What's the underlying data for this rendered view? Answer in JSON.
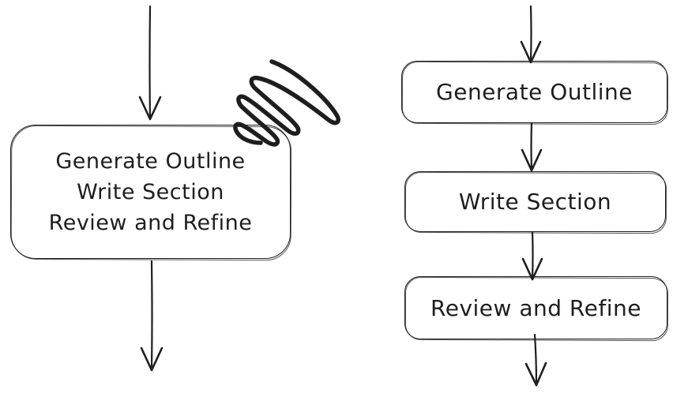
{
  "diagram": {
    "background_color": "#ffffff",
    "stroke_color": "#1e1e1e",
    "left_flow": {
      "combined_box_lines": [
        "Generate Outline",
        "Write Section",
        "Review and Refine"
      ],
      "annotation": "scribble-mark"
    },
    "right_flow": {
      "boxes": [
        "Generate Outline",
        "Write Section",
        "Review and Refine"
      ]
    }
  }
}
